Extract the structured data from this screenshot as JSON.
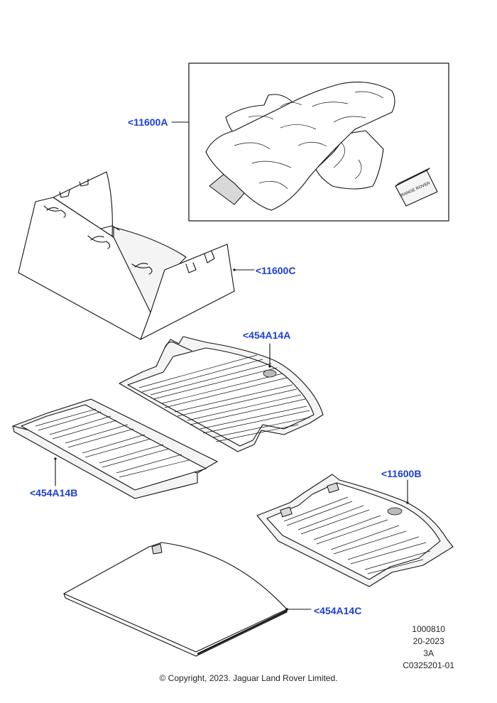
{
  "callouts": {
    "mat_set": "<11600A",
    "organiser": "<11600C",
    "liner_upper": "<454A14A",
    "liner_lower": "<454A14B",
    "tray": "<11600B",
    "mat_flat": "<454A14C"
  },
  "badge_text": "RANGE ROVER",
  "meta": {
    "number": "1000810",
    "date": "20-2023",
    "revision": "3A",
    "code": "C0325201-01"
  },
  "copyright": "© Copyright, 2023. Jaguar Land Rover Limited.",
  "colors": {
    "callout": "#1a3fd6",
    "line": "#111111"
  }
}
